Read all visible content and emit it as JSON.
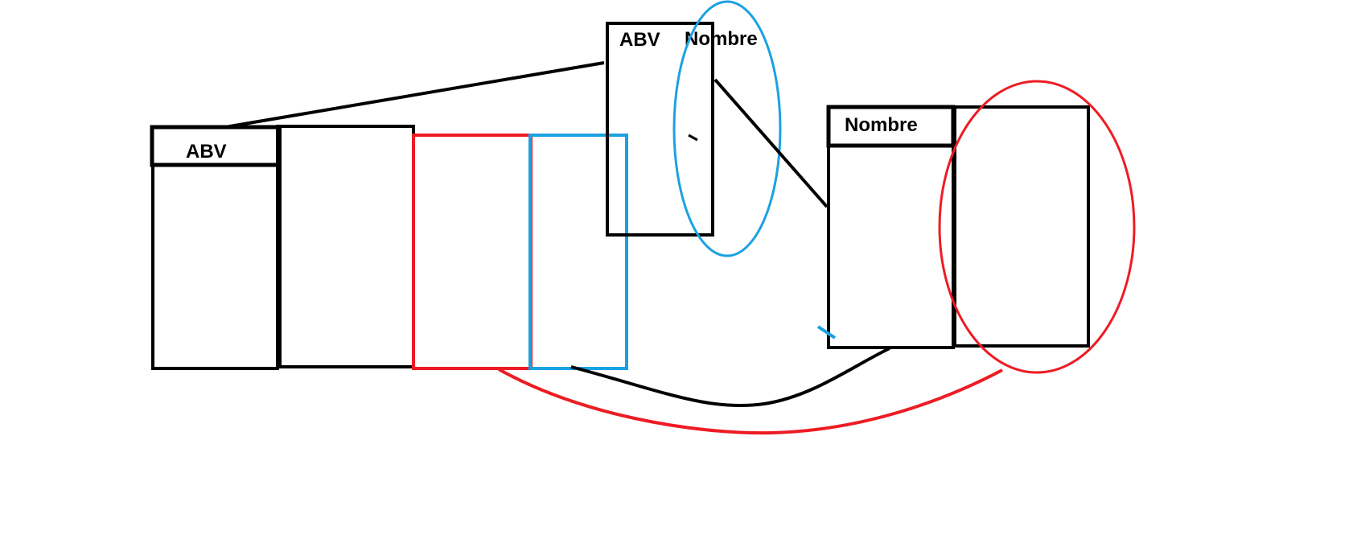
{
  "labels": {
    "left_table_header": "ABV",
    "top_box_col1": "ABV",
    "top_box_col2": "Nombre",
    "right_table_header": "Nombre"
  },
  "colors": {
    "ink": "#000000",
    "red": "#ed1c24",
    "blue": "#1ba1e2",
    "background": "#ffffff"
  }
}
